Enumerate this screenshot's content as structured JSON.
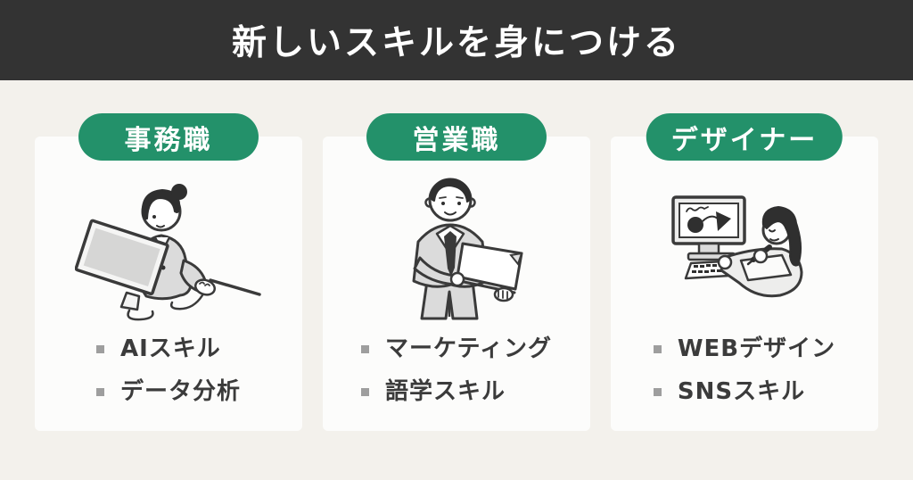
{
  "header": {
    "title": "新しいスキルを身につける"
  },
  "cards": [
    {
      "badge": "事務職",
      "illustration": "office-worker-woman-at-desktop-monitor",
      "skills": [
        "AIスキル",
        "データ分析"
      ]
    },
    {
      "badge": "営業職",
      "illustration": "businessman-holding-open-laptop",
      "skills": [
        "マーケティング",
        "語学スキル"
      ]
    },
    {
      "badge": "デザイナー",
      "illustration": "designer-woman-with-pen-tablet-and-monitor",
      "skills": [
        "WEBデザイン",
        "SNSスキル"
      ]
    }
  ],
  "colors": {
    "header_bg": "#333333",
    "page_bg": "#F3F1EC",
    "card_bg": "#FCFCFB",
    "accent_green": "#23916A",
    "text_dark": "#3B3B3B",
    "bullet_gray": "#9E9E9E"
  }
}
